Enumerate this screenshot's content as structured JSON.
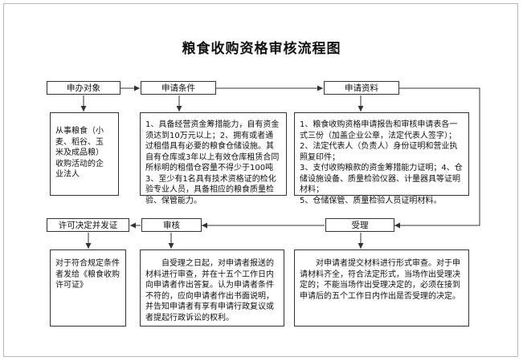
{
  "title": "粮食收购资格审核流程图",
  "steps": {
    "applicant": {
      "label": "申办对象",
      "content": "从事粮食（小\n麦、稻谷、玉\n米及成品粮）\n收购活动的企\n业法人"
    },
    "conditions": {
      "label": "申请条件",
      "content": "1、具备经营资金筹措能力，自有资金须达到10万元以上；2、拥有或者通过租借具有必要的粮食仓储设施。其自有仓库或3年以上有效仓库租赁合同所标明的租借仓容量不得少于100吨\n3、至少有1名具有技术资格证的检化验专业人员，具备相应的粮食质量检验、保管能力。"
    },
    "materials": {
      "label": "申请资料",
      "content": "1、粮食收购资格申请报告和审核申请表各一式三份（加盖企业公章，法定代表人签字）；2、法定代表人（负责人）身份证明和营业执照复印件；\n3、支付收购粮款的资金筹措能力证明；4、仓储设施设备、质量检验仪器、计量器具等证明材料；\n5、仓储保管、质量检验人员证明材料。"
    },
    "acceptance": {
      "label": "受理",
      "content": "对申请者提交材料进行形式审查。对于申请材料齐全，符合法定形式，当场作出受理决定的；不能当场作出受理决定的，必须在接到申请后的五个工作日内作出是否受理的决定。"
    },
    "review": {
      "label": "审核",
      "content": "自受理之日起，对申请者报送的材料进行审查，并在十五个工作日内向申请者作出答复。认为申请者条件不符的，应向申请者作出书面说明，并告知申请者有享有申请行政复议或者提起行政诉讼的权利。"
    },
    "license": {
      "label": "许可决定并发证",
      "content": "对于符合规定条件者发给《粮食收购许可证》"
    }
  },
  "colors": {
    "line": "#333333",
    "border": "#b9b9b9"
  }
}
